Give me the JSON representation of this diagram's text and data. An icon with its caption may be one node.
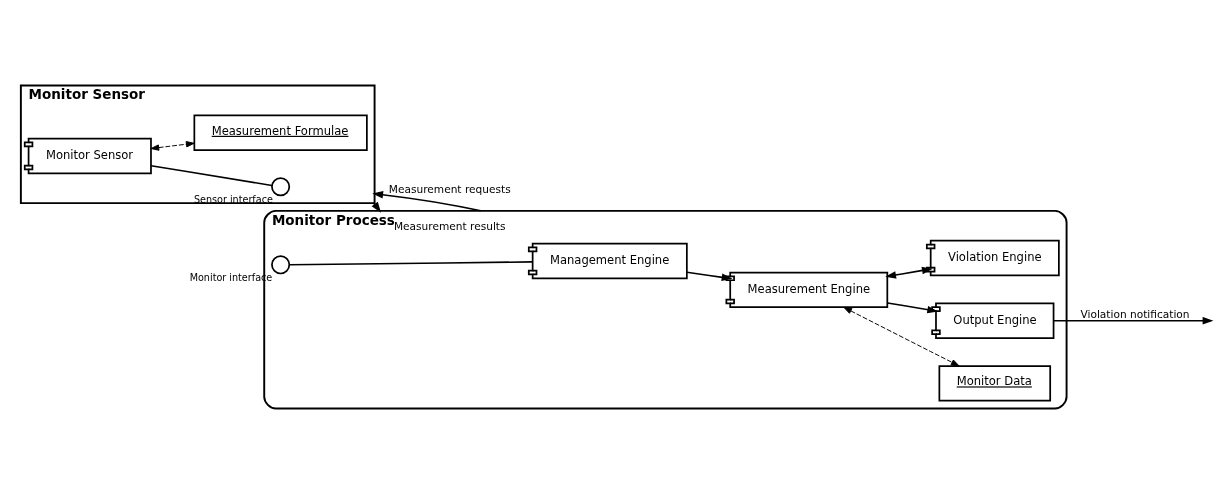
{
  "diagram": {
    "nodes": [
      {
        "text": [
          "Monitor Sensor"
        ]
      },
      {
        "text": [
          "Monitor Sensor"
        ],
        "in": 0
      },
      {
        "text": [],
        "shape": "circle",
        "beside": [
          "Sensor interface"
        ],
        "in": 0
      },
      {
        "text": [
          "Measurement Formulae"
        ],
        "in": 0
      },
      {
        "text": [
          "Monitor Process"
        ]
      },
      {
        "text": [],
        "shape": "circle",
        "beside": [
          "Monitor interface"
        ],
        "in": 4
      },
      {
        "text": [
          "Management Engine"
        ],
        "in": 4
      },
      {
        "text": [
          "Monitor Data"
        ],
        "in": 4
      },
      {
        "text": [
          "Measurement Engine"
        ],
        "in": 4
      },
      {
        "text": [
          "Output Engine"
        ],
        "in": 4
      },
      {
        "text": [
          "Violation Engine"
        ],
        "in": 4
      }
    ],
    "edges": [
      {
        "from": 1,
        "to": 2,
        "arrow": "none"
      },
      {
        "from": 1,
        "to": 3,
        "arrow": "both",
        "style": "dashed"
      },
      {
        "from": 4,
        "to": 0,
        "arrow": "to",
        "label": "Measurement requests"
      },
      {
        "from": 0,
        "to": 4,
        "arrow": "to",
        "label": "Measurement results"
      },
      {
        "from": 5,
        "to": 6,
        "arrow": "none"
      },
      {
        "from": 6,
        "to": 8,
        "arrow": "to"
      },
      {
        "from": 8,
        "to": 7,
        "arrow": "both",
        "style": "dashed"
      },
      {
        "from": 8,
        "to": 9,
        "arrow": "to"
      },
      {
        "from": 8,
        "to": 10,
        "arrow": "both"
      },
      {
        "from": 9,
        "to": null,
        "arrow": "to",
        "label": "Violation notification"
      }
    ]
  }
}
